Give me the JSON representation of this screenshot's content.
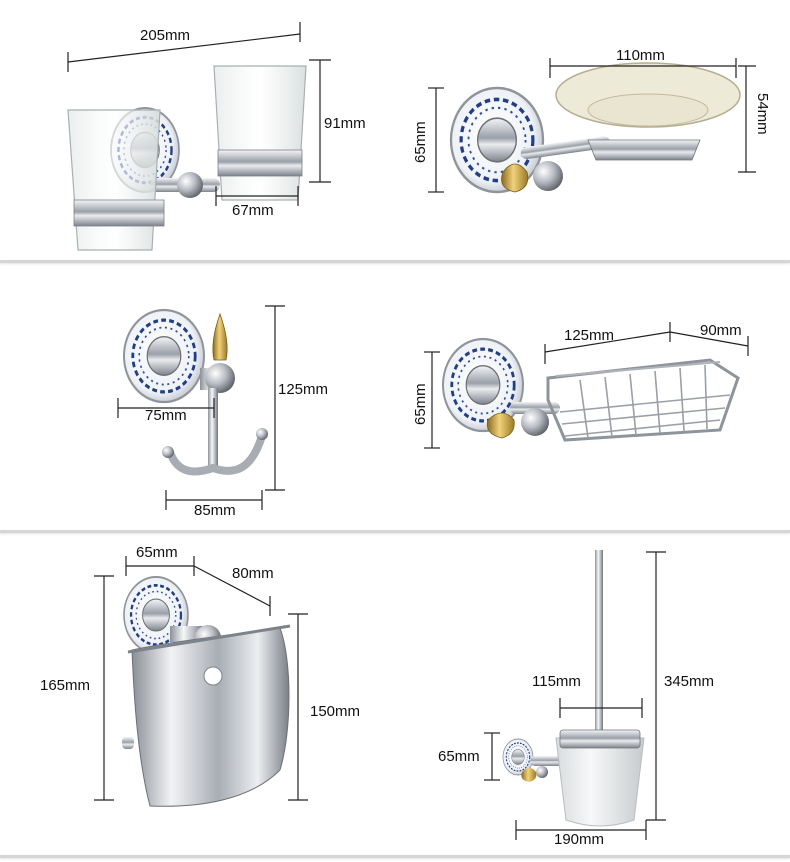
{
  "colors": {
    "dimension_line": "#222222",
    "chrome": "#c9ccd1",
    "porcelain_blue": "#1f3e8c",
    "gold": "#c8a03a",
    "divider": "#d6d6d6"
  },
  "products": [
    {
      "name": "double-tumbler-holder",
      "dims": [
        "205mm",
        "91mm",
        "67mm"
      ]
    },
    {
      "name": "soap-dish-glass",
      "dims": [
        "110mm",
        "65mm",
        "54mm"
      ]
    },
    {
      "name": "robe-hook",
      "dims": [
        "125mm",
        "75mm",
        "85mm"
      ]
    },
    {
      "name": "soap-basket",
      "dims": [
        "125mm",
        "90mm",
        "65mm"
      ]
    },
    {
      "name": "toilet-paper-holder",
      "dims": [
        "65mm",
        "80mm",
        "165mm",
        "150mm"
      ]
    },
    {
      "name": "toilet-brush-holder",
      "dims": [
        "345mm",
        "115mm",
        "65mm",
        "190mm"
      ]
    }
  ]
}
